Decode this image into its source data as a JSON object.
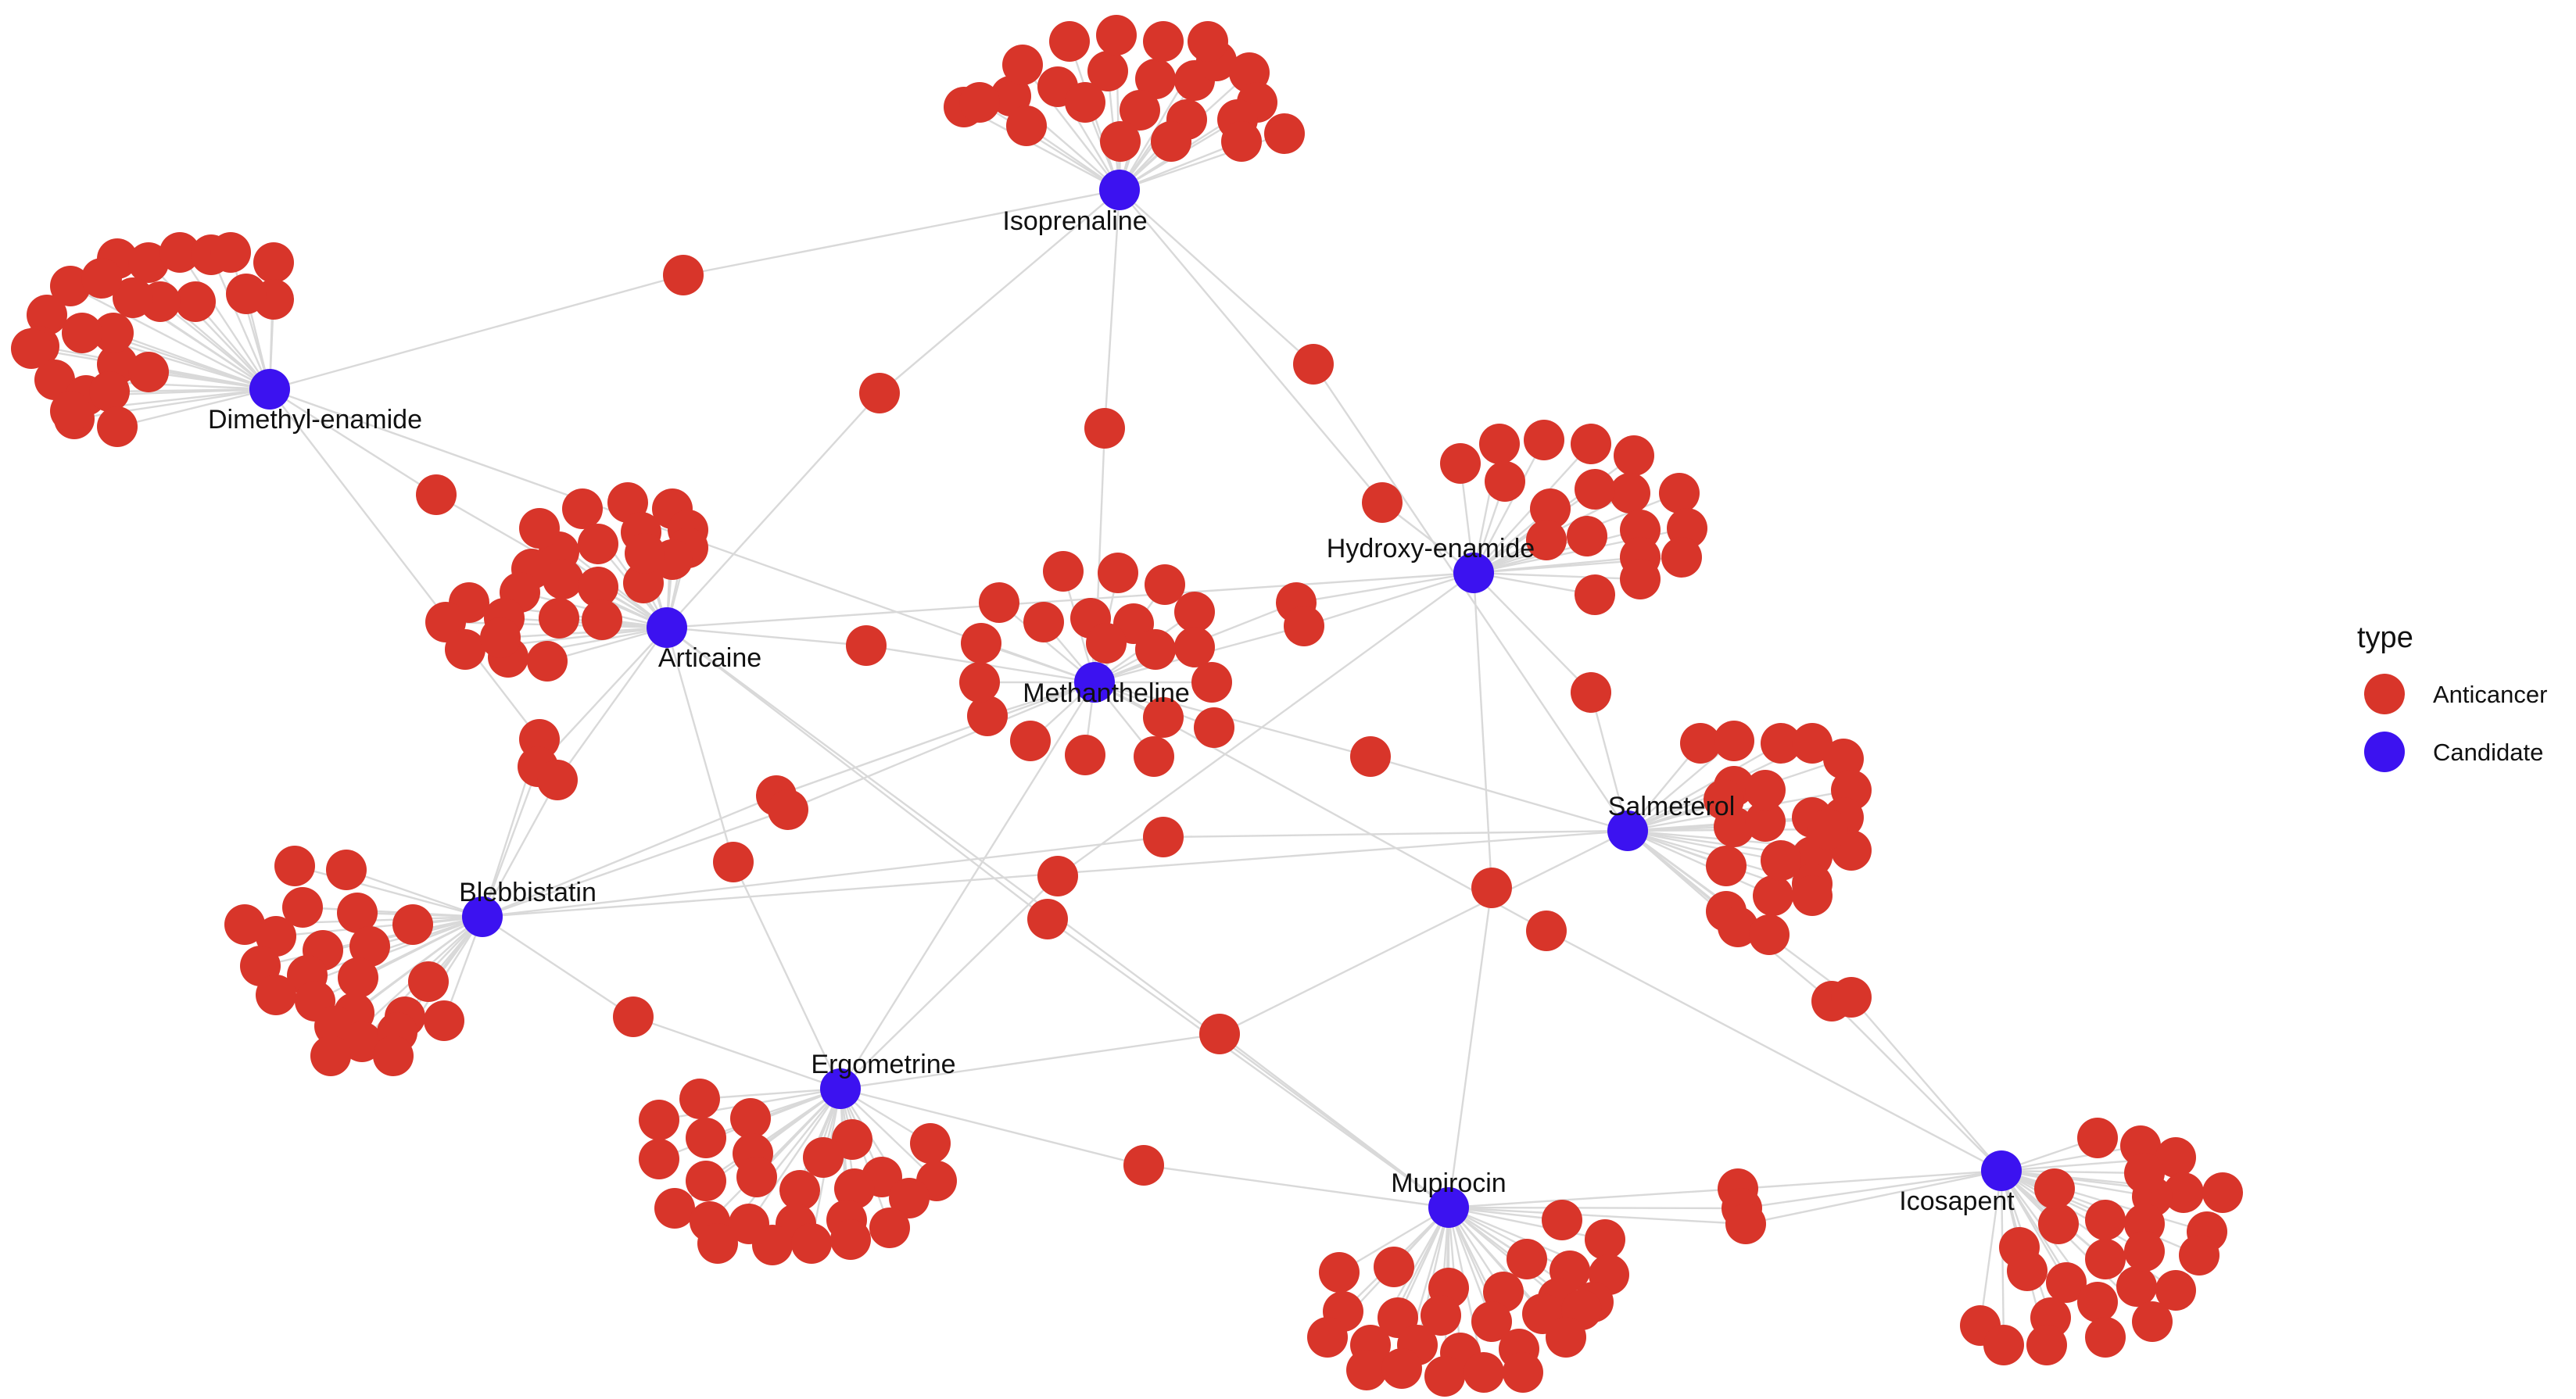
{
  "legend": {
    "title": "type",
    "items": [
      {
        "label": "Anticancer",
        "color": "#d8352a"
      },
      {
        "label": "Candidate",
        "color": "#3c12f0"
      }
    ]
  },
  "candidates": [
    {
      "id": "isoprenaline",
      "label": "Isoprenaline"
    },
    {
      "id": "dimethyl-enamide",
      "label": "Dimethyl-enamide"
    },
    {
      "id": "hydroxy-enamide",
      "label": "Hydroxy-enamide"
    },
    {
      "id": "articaine",
      "label": "Articaine"
    },
    {
      "id": "methantheline",
      "label": "Methantheline"
    },
    {
      "id": "salmeterol",
      "label": "Salmeterol"
    },
    {
      "id": "blebbistatin",
      "label": "Blebbistatin"
    },
    {
      "id": "ergometrine",
      "label": "Ergometrine"
    },
    {
      "id": "mupirocin",
      "label": "Mupirocin"
    },
    {
      "id": "icosapent",
      "label": "Icosapent"
    }
  ],
  "colors": {
    "anticancer": "#d8352a",
    "candidate": "#3c12f0",
    "edge": "#d9d9d9"
  }
}
